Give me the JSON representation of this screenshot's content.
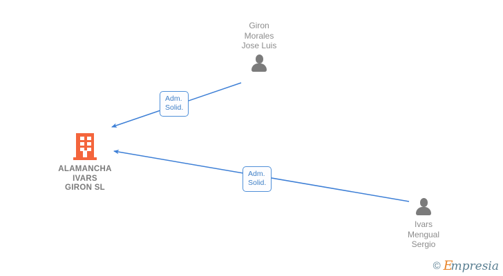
{
  "diagram": {
    "type": "org-ownership-graph",
    "background_color": "#ffffff",
    "edge_color": "#3d7fd6",
    "company_color": "#f4653c",
    "person_color": "#7b7b7b",
    "company": {
      "name": "ALAMANCHA\nIVARS\nGIRON  SL",
      "icon": "building-icon"
    },
    "people": [
      {
        "name": "Giron\nMorales\nJose Luis",
        "icon": "person-icon",
        "role": "Adm.\nSolid."
      },
      {
        "name": "Ivars\nMengual\nSergio",
        "icon": "person-icon",
        "role": "Adm.\nSolid."
      }
    ],
    "edges": [
      {
        "from": "Giron Morales Jose Luis",
        "to": "ALAMANCHA IVARS GIRON SL",
        "label": "Adm.\nSolid."
      },
      {
        "from": "Ivars Mengual Sergio",
        "to": "ALAMANCHA IVARS GIRON SL",
        "label": "Adm.\nSolid."
      }
    ]
  },
  "watermark": {
    "copyright": "©",
    "brand_initial": "E",
    "brand_rest": "mpresia"
  }
}
